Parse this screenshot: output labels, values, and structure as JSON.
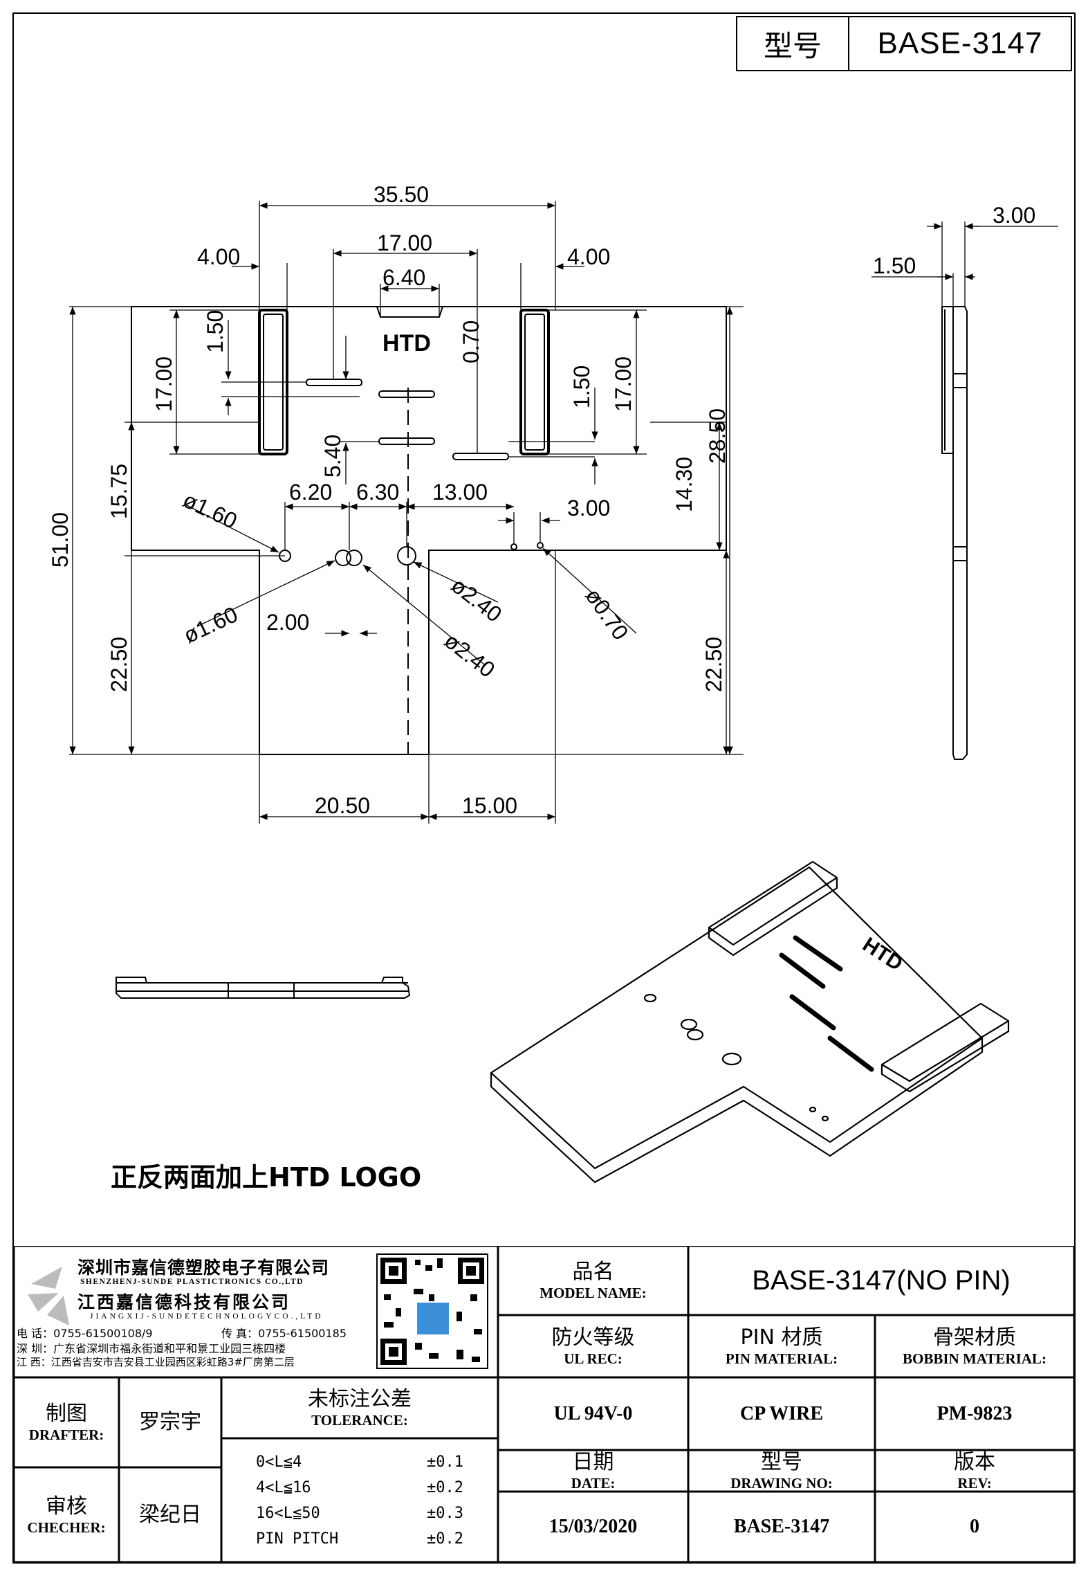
{
  "header": {
    "model_label": "型号",
    "model_value": "BASE-3147"
  },
  "dimensions": {
    "d1": "35.50",
    "d2": "17.00",
    "d3": "4.00",
    "d4": "4.00",
    "d5": "6.40",
    "d6": "1.50",
    "d7": "0.70",
    "d8": "17.00",
    "d9": "1.50",
    "d10": "17.00",
    "d11": "28.50",
    "d12": "15.75",
    "d13": "5.40",
    "d14": "14.30",
    "d15": "6.20",
    "d16": "6.30",
    "d17": "13.00",
    "d18": "3.00",
    "d19": "ø1.60",
    "d20": "ø1.60",
    "d21": "2.00",
    "d22": "ø2.40",
    "d23": "ø2.40",
    "d24": "ø0.70",
    "d25": "51.00",
    "d26": "22.50",
    "d27": "22.50",
    "d28": "20.50",
    "d29": "15.00",
    "d30": "3.00",
    "d31": "1.50"
  },
  "logo_text": "HTD",
  "note": "正反两面加上HTD LOGO",
  "company": {
    "name_sz": "深圳市嘉信德塑胶电子有限公司",
    "name_sz_en": "SHENZHENJ-SUNDE PLASTICTRONICS CO.,LTD",
    "name_jx": "江西嘉信德科技有限公司",
    "name_jx_en": "JIANGXIJ-SUNDETECHNOLOGYCO.,LTD",
    "phone": "电 话：0755-61500108/9",
    "fax": "传 真：0755-61500185",
    "addr_sz": "深 圳：广东省深圳市福永街道和平和景工业园三栋四楼",
    "addr_jx": "江 西：江西省吉安市吉安县工业园西区彩虹路3#厂房第二层"
  },
  "title_block": {
    "model_name_zh": "品名",
    "model_name_en": "MODEL NAME:",
    "model_name_value": "BASE-3147(NO PIN)",
    "ul_zh": "防火等级",
    "ul_en": "UL REC:",
    "ul_value": "UL 94V-0",
    "pin_zh": "PIN 材质",
    "pin_en": "PIN MATERIAL:",
    "pin_value": "CP WIRE",
    "bobbin_zh": "骨架材质",
    "bobbin_en": "BOBBIN MATERIAL:",
    "bobbin_value": "PM-9823",
    "drafter_zh": "制图",
    "drafter_en": "DRAFTER:",
    "drafter_value": "罗宗宇",
    "checker_zh": "审核",
    "checker_en": "CHECHER:",
    "checker_value": "梁纪日",
    "tol_zh": "未标注公差",
    "tol_en": "TOLERANCE:",
    "tolerances": [
      {
        "range": "0<L≦4",
        "value": "±0.1"
      },
      {
        "range": "4<L≦16",
        "value": "±0.2"
      },
      {
        "range": "16<L≦50",
        "value": "±0.3"
      },
      {
        "range": "PIN PITCH",
        "value": "±0.2"
      }
    ],
    "date_zh": "日期",
    "date_en": "DATE:",
    "date_value": "15/03/2020",
    "drawing_zh": "型号",
    "drawing_en": "DRAWING NO:",
    "drawing_value": "BASE-3147",
    "rev_zh": "版本",
    "rev_en": "REV:",
    "rev_value": "0"
  }
}
